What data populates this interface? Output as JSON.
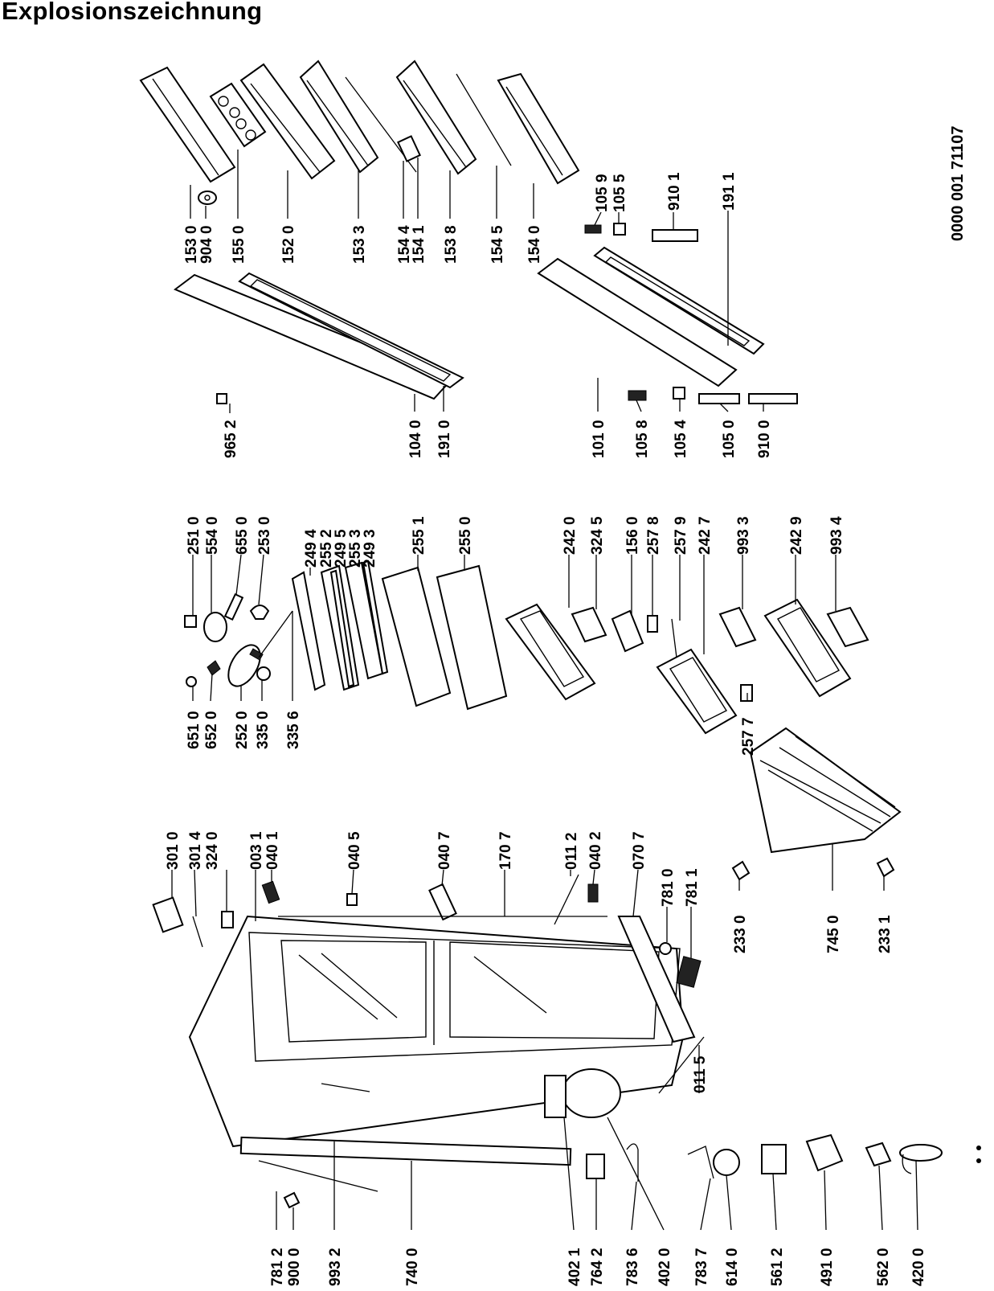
{
  "title": "Explosionszeichnung",
  "doc_number": "0000 001  71107",
  "labels": [
    {
      "id": "p1530",
      "text": "153 0"
    },
    {
      "id": "p9040",
      "text": "904 0"
    },
    {
      "id": "p1550",
      "text": "155 0"
    },
    {
      "id": "p1520",
      "text": "152 0"
    },
    {
      "id": "p1533",
      "text": "153 3"
    },
    {
      "id": "p1544",
      "text": "154 4"
    },
    {
      "id": "p1541",
      "text": "154 1"
    },
    {
      "id": "p1538",
      "text": "153 8"
    },
    {
      "id": "p1545",
      "text": "154 5"
    },
    {
      "id": "p1540",
      "text": "154 0"
    },
    {
      "id": "p1059",
      "text": "105 9"
    },
    {
      "id": "p1055",
      "text": "105 5"
    },
    {
      "id": "p9101",
      "text": "910 1"
    },
    {
      "id": "p1911",
      "text": "191 1"
    },
    {
      "id": "p9652",
      "text": "965 2"
    },
    {
      "id": "p1040",
      "text": "104 0"
    },
    {
      "id": "p1910",
      "text": "191 0"
    },
    {
      "id": "p1010",
      "text": "101 0"
    },
    {
      "id": "p1058",
      "text": "105 8"
    },
    {
      "id": "p1054",
      "text": "105 4"
    },
    {
      "id": "p1050",
      "text": "105 0"
    },
    {
      "id": "p9100",
      "text": "910 0"
    },
    {
      "id": "p2510",
      "text": "251 0"
    },
    {
      "id": "p5540",
      "text": "554 0"
    },
    {
      "id": "p6550",
      "text": "655 0"
    },
    {
      "id": "p2530",
      "text": "253 0"
    },
    {
      "id": "p6510",
      "text": "651 0"
    },
    {
      "id": "p6520",
      "text": "652 0"
    },
    {
      "id": "p2520",
      "text": "252 0"
    },
    {
      "id": "p3350",
      "text": "335 0"
    },
    {
      "id": "p3356",
      "text": "335 6"
    },
    {
      "id": "p2494",
      "text": "249 4"
    },
    {
      "id": "p2552",
      "text": "255 2"
    },
    {
      "id": "p2495",
      "text": "249 5"
    },
    {
      "id": "p2553",
      "text": "255 3"
    },
    {
      "id": "p2493",
      "text": "249 3"
    },
    {
      "id": "p2551",
      "text": "255 1"
    },
    {
      "id": "p2550",
      "text": "255 0"
    },
    {
      "id": "p2420",
      "text": "242 0"
    },
    {
      "id": "p3245",
      "text": "324 5"
    },
    {
      "id": "p1560",
      "text": "156 0"
    },
    {
      "id": "p2578",
      "text": "257 8"
    },
    {
      "id": "p2579",
      "text": "257 9"
    },
    {
      "id": "p2427",
      "text": "242 7"
    },
    {
      "id": "p9933",
      "text": "993 3"
    },
    {
      "id": "p2429",
      "text": "242 9"
    },
    {
      "id": "p9934",
      "text": "993 4"
    },
    {
      "id": "p2577",
      "text": "257 7"
    },
    {
      "id": "p3010",
      "text": "301 0"
    },
    {
      "id": "p3014",
      "text": "301 4"
    },
    {
      "id": "p3240",
      "text": "324 0"
    },
    {
      "id": "p0031",
      "text": "003 1"
    },
    {
      "id": "p0401",
      "text": "040 1"
    },
    {
      "id": "p0405",
      "text": "040 5"
    },
    {
      "id": "p0407",
      "text": "040 7"
    },
    {
      "id": "p1707",
      "text": "170 7"
    },
    {
      "id": "p0112",
      "text": "011 2"
    },
    {
      "id": "p0402",
      "text": "040 2"
    },
    {
      "id": "p0707",
      "text": "070 7"
    },
    {
      "id": "p7810",
      "text": "781 0"
    },
    {
      "id": "p7811",
      "text": "781 1"
    },
    {
      "id": "p2330",
      "text": "233 0"
    },
    {
      "id": "p7450",
      "text": "745 0"
    },
    {
      "id": "p2331",
      "text": "233 1"
    },
    {
      "id": "p0115",
      "text": "011 5"
    },
    {
      "id": "p7812",
      "text": "781 2"
    },
    {
      "id": "p9000",
      "text": "900 0"
    },
    {
      "id": "p9932",
      "text": "993 2"
    },
    {
      "id": "p7400",
      "text": "740 0"
    },
    {
      "id": "p4021",
      "text": "402 1"
    },
    {
      "id": "p7642",
      "text": "764 2"
    },
    {
      "id": "p7836",
      "text": "783 6"
    },
    {
      "id": "p4020",
      "text": "402 0"
    },
    {
      "id": "p7837",
      "text": "783 7"
    },
    {
      "id": "p6140",
      "text": "614 0"
    },
    {
      "id": "p5612",
      "text": "561 2"
    },
    {
      "id": "p4910",
      "text": "491 0"
    },
    {
      "id": "p5620",
      "text": "562 0"
    },
    {
      "id": "p4200",
      "text": "420 0"
    }
  ]
}
